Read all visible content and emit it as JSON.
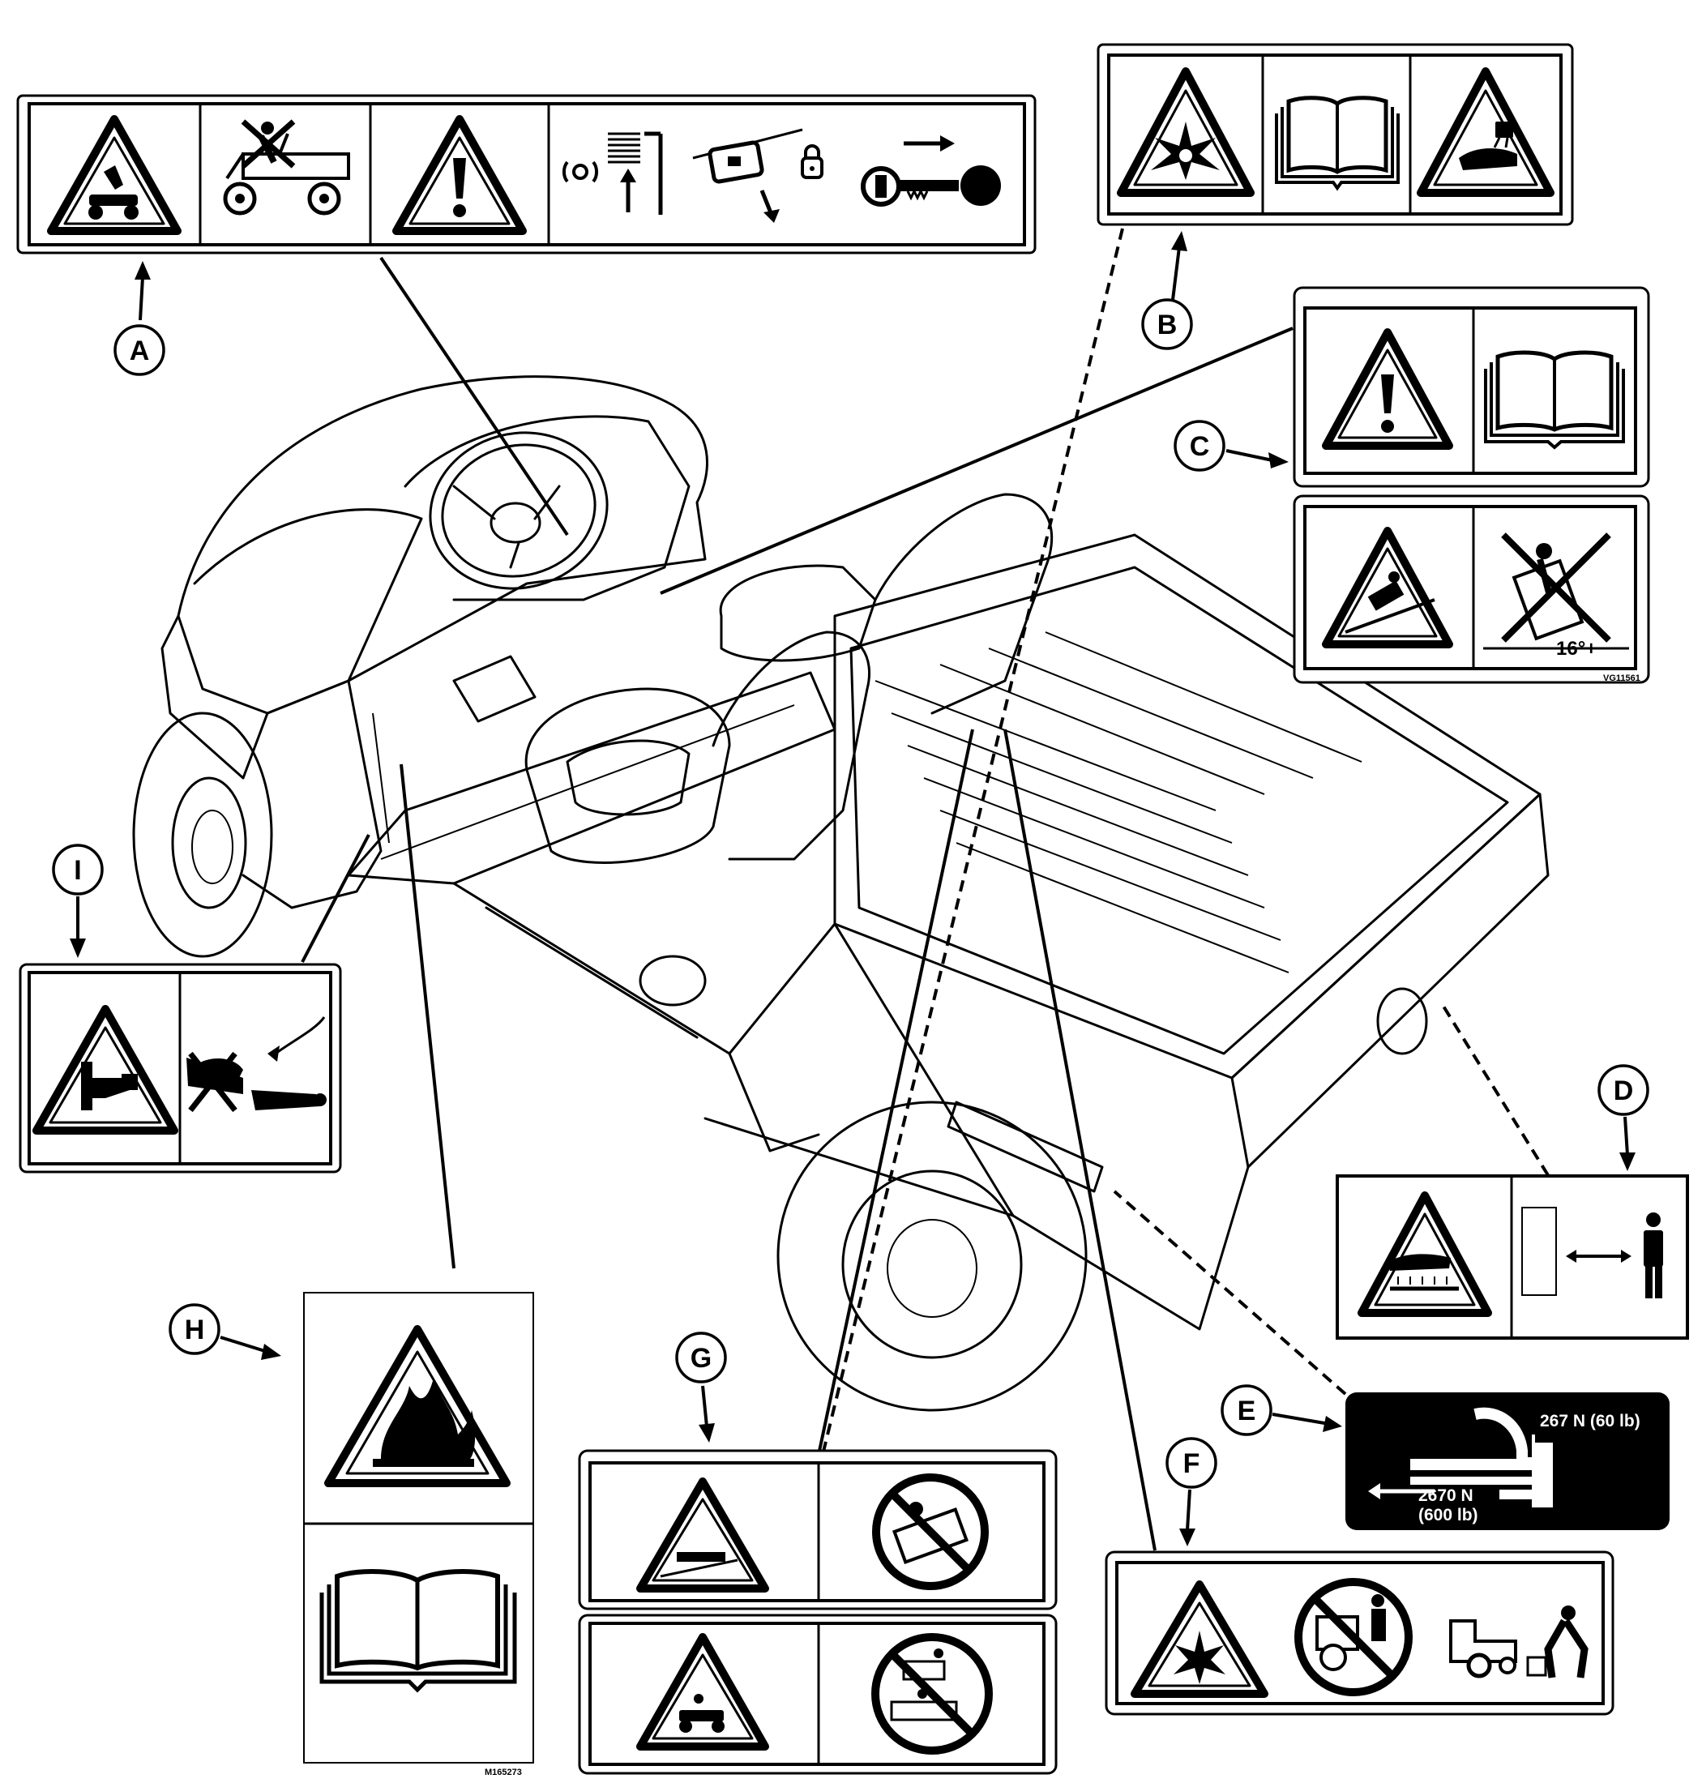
{
  "diagram": {
    "callouts": [
      {
        "id": "a",
        "letter": "A"
      },
      {
        "id": "b",
        "letter": "B"
      },
      {
        "id": "c",
        "letter": "C"
      },
      {
        "id": "d",
        "letter": "D"
      },
      {
        "id": "e",
        "letter": "E"
      },
      {
        "id": "f",
        "letter": "F"
      },
      {
        "id": "g",
        "letter": "G"
      },
      {
        "id": "h",
        "letter": "H"
      },
      {
        "id": "i",
        "letter": "I"
      }
    ],
    "label_e": {
      "force_down": "267 N (60 lb)",
      "force_pull_line1": "2670 N",
      "force_pull_line2": "(600 lb)"
    },
    "label_c": {
      "slope": "16°+",
      "code": "VG11561"
    },
    "figure_code": "M165273",
    "icons": [
      "warning-triangle-icon",
      "exclamation-icon",
      "operator-manual-icon",
      "explosion-icon",
      "flame-icon",
      "hand-corrosive-icon",
      "hot-surface-icon",
      "crush-hand-icon",
      "tipover-icon",
      "no-riders-icon",
      "parking-brake-icon",
      "key-icon",
      "lock-icon"
    ]
  }
}
